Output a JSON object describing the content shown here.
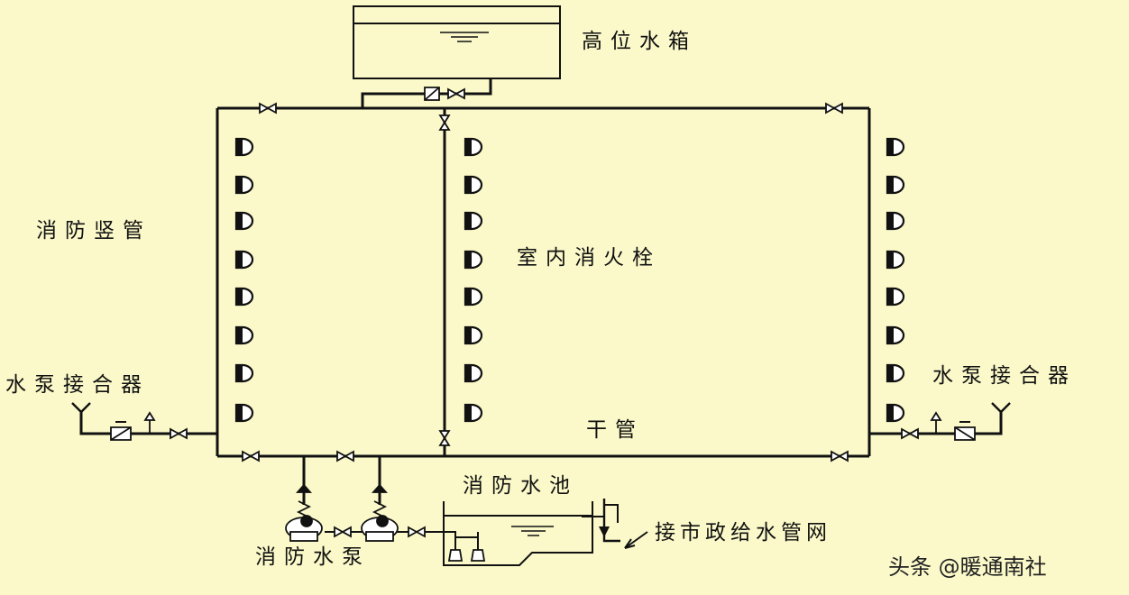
{
  "labels": {
    "tank": "高位水箱",
    "riser": "消防竖管",
    "hydrant": "室内消火栓",
    "connector_left": "水泵接合器",
    "connector_right": "水泵接合器",
    "main_pipe": "干管",
    "pool": "消防水池",
    "pump": "消防水泵",
    "city_main": "接市政给水管网"
  },
  "watermark": "头条 @暖通南社",
  "colors": {
    "background": "#fbf9c9",
    "line": "#111111"
  },
  "hydrants_per_riser": 8
}
